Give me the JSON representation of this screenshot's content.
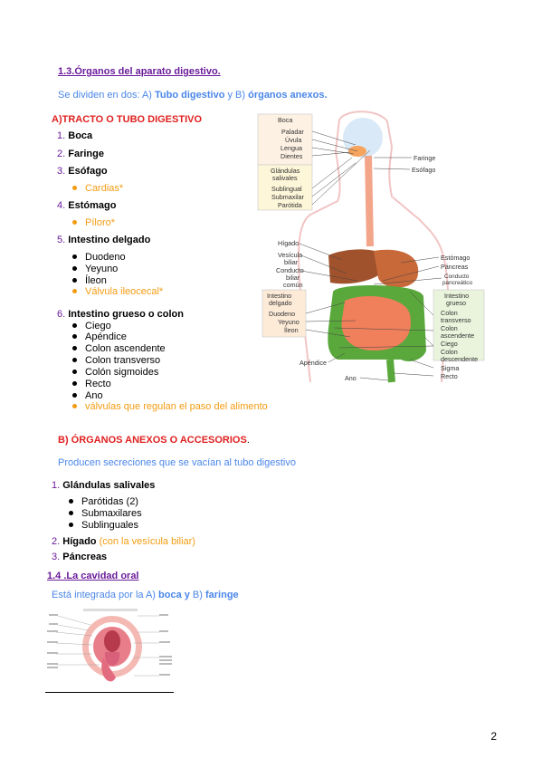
{
  "section_1_3": {
    "title": "1.3.Órganos del aparato digestivo.",
    "intro_prefix": "Se dividen en dos: A) ",
    "intro_a": "Tubo digestivo",
    "intro_mid": " y B) ",
    "intro_b": "órganos anexos."
  },
  "tracto": {
    "heading": "A)TRACTO O TUBO  DIGESTIVO",
    "items": [
      {
        "n": "1.",
        "label": "Boca"
      },
      {
        "n": "2.",
        "label": "Faringe"
      },
      {
        "n": "3.",
        "label": "Esófago"
      },
      {
        "n": "4.",
        "label": "Estómago"
      },
      {
        "n": "5.",
        "label": "Intestino delgado"
      },
      {
        "n": "6.",
        "label": "Intestino grueso o colon"
      }
    ],
    "esofago_sub": [
      "Cardias*"
    ],
    "estomago_sub": [
      "Píloro*"
    ],
    "delgado_sub": [
      "Duodeno",
      "Yeyuno",
      "Íleon",
      "Válvula ileocecal*"
    ],
    "grueso_sub": [
      "Ciego",
      "Apéndice",
      "Colon ascendente",
      "Colon transverso",
      "Colón sigmoides",
      "Recto",
      "Ano",
      "válvulas que regulan el paso del alimento"
    ]
  },
  "anexos": {
    "heading": "B) ÓRGANOS ANEXOS O ACCESORIOS",
    "heading_tail": ".",
    "intro": "Producen secreciones que se vacían al tubo digestivo",
    "items": [
      {
        "n": "1.",
        "label": "Glándulas salivales"
      },
      {
        "n": "2.",
        "label": "Hígado",
        "extra": " (con la vesícula  biliar)"
      },
      {
        "n": "3.",
        "label": "Páncreas"
      }
    ],
    "salivales_sub": [
      "Parótidas (2)",
      "Submaxilares",
      "Sublinguales"
    ]
  },
  "section_1_4": {
    "title": "1.4 .La cavidad oral",
    "intro_prefix": "Está integrada por la A) ",
    "intro_a": "boca y",
    "intro_mid": " B) ",
    "intro_b": "faringe"
  },
  "diagram": {
    "boca_title": "Boca",
    "boca_labels": [
      "Paladar",
      "Úvula",
      "Lengua",
      "Dientes"
    ],
    "glandulas_title_1": "Glándulas",
    "glandulas_title_2": "salivales",
    "glandulas_labels": [
      "Sublingual",
      "Submaxilar",
      "Parótida"
    ],
    "right_labels": [
      "Faringe",
      "Esófago"
    ],
    "left_labels": [
      "Hígado",
      "Vesícula",
      "biliar",
      "Conducto",
      "biliar",
      "común"
    ],
    "right_mid": [
      "Estómago",
      "Páncreas",
      "Conducto",
      "pancreático"
    ],
    "delgado_title_1": "Intestino",
    "delgado_title_2": "delgado",
    "delgado_labels": [
      "Duodeno",
      "Yeyuno",
      "Íleon"
    ],
    "grueso_title_1": "Intestino",
    "grueso_title_2": "grueso",
    "grueso_labels": [
      "Colon",
      "transverso",
      "Colon",
      "ascendente",
      "Ciego",
      "Colon",
      "descendente",
      "Sigma",
      "Recto"
    ],
    "bottom_labels": [
      "Apéndice",
      "Ano"
    ]
  },
  "page_number": "2",
  "colors": {
    "purple": "#6a1b9a",
    "blue": "#4a86e8",
    "red": "#e02020",
    "orange": "#f39c12"
  }
}
